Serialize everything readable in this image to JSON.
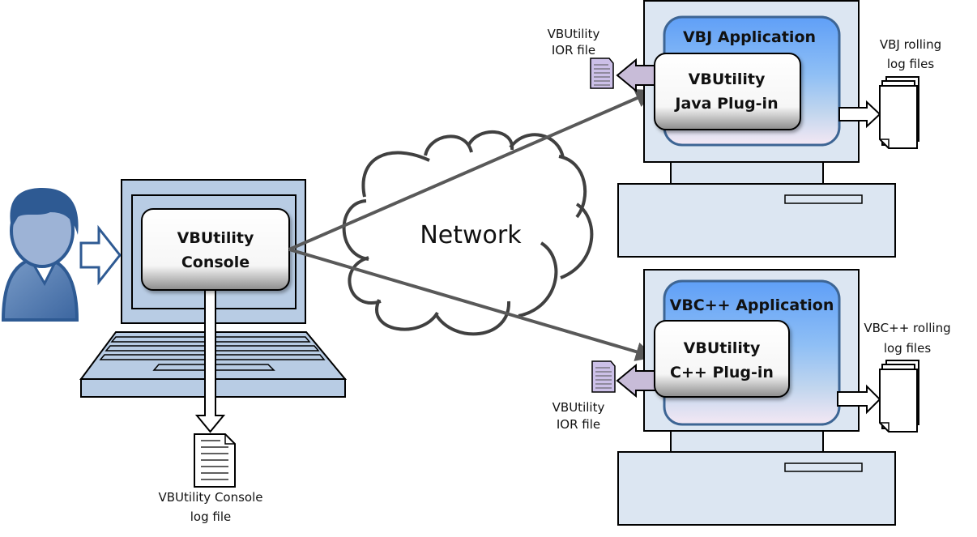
{
  "colors": {
    "device_fill": "#b8cce4",
    "server_fill": "#dce6f2",
    "outline": "#000000",
    "user_fill": "#4a74aa",
    "user_outline": "#2e5a93",
    "link_color": "#595959",
    "ior_fill": "#ccc0e8",
    "ior_arrow_fill": "#c8bcd8"
  },
  "user": {
    "name": "user-icon"
  },
  "console": {
    "line1": "VBUtility",
    "line2": "Console",
    "log_label_line1": "VBUtility Console",
    "log_label_line2": "log file"
  },
  "network": {
    "label": "Network"
  },
  "vbj": {
    "app_title": "VBJ Application",
    "plugin_line1": "VBUtility",
    "plugin_line2": "Java Plug-in",
    "ior_line1": "VBUtility",
    "ior_line2": "IOR file",
    "logs_line1": "VBJ rolling",
    "logs_line2": "log files"
  },
  "vbcpp": {
    "app_title": "VBC++ Application",
    "plugin_line1": "VBUtility",
    "plugin_line2": "C++ Plug-in",
    "ior_line1": "VBUtility",
    "ior_line2": "IOR file",
    "logs_line1": "VBC++ rolling",
    "logs_line2": "log files"
  }
}
